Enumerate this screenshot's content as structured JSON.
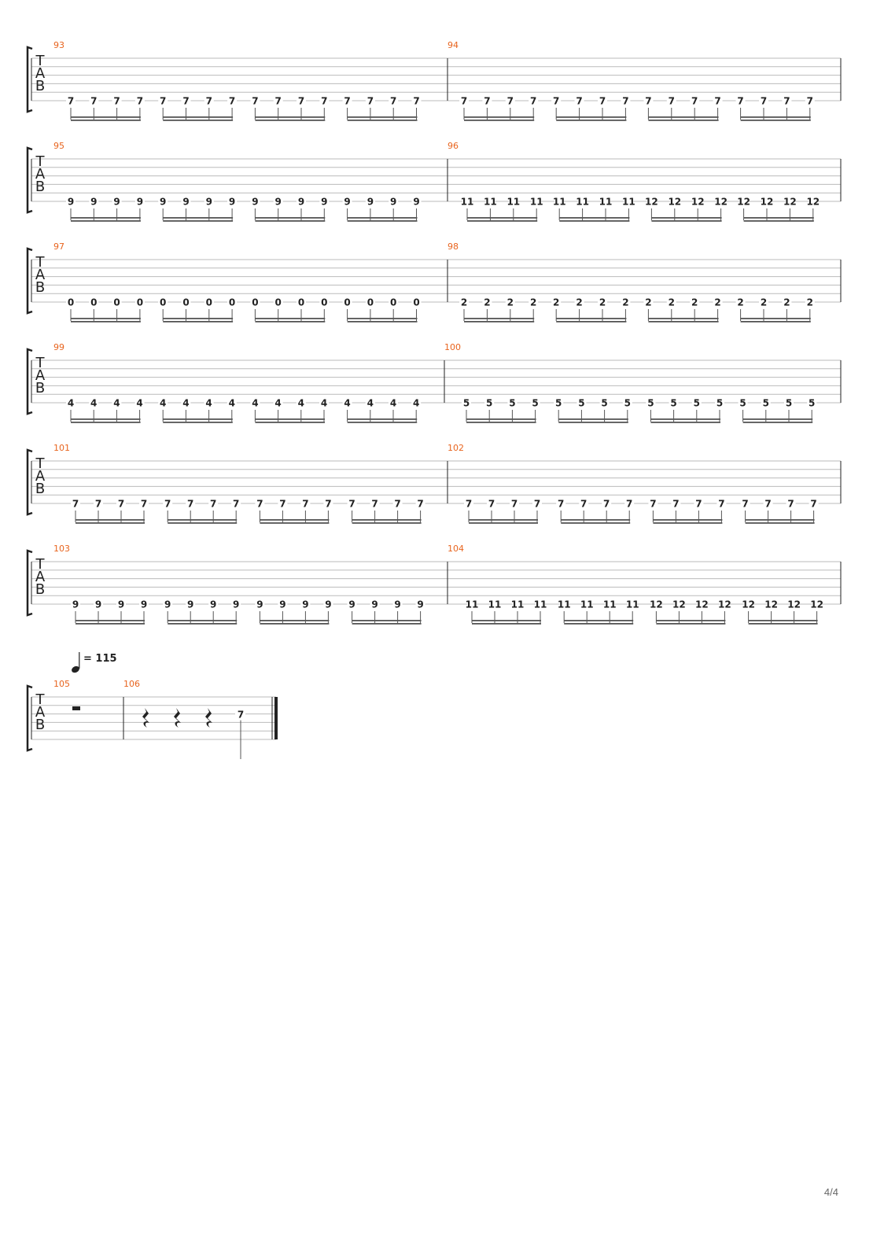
{
  "colors": {
    "measure_number": "#e8641e",
    "staff_line": "#bbbbbb",
    "ink": "#222222",
    "beam": "#555555"
  },
  "tab_clef": [
    "T",
    "A",
    "B"
  ],
  "tempo": {
    "icon": "quarter-note-icon",
    "text": "= 115"
  },
  "systems": [
    {
      "measures": [
        {
          "number": "93",
          "notes": [
            [
              "7",
              16
            ]
          ]
        },
        {
          "number": "94",
          "notes": [
            [
              "7",
              16
            ]
          ]
        }
      ]
    },
    {
      "measures": [
        {
          "number": "95",
          "notes": [
            [
              "9",
              16
            ]
          ]
        },
        {
          "number": "96",
          "notes": [
            [
              "11",
              8
            ],
            [
              "12",
              8
            ]
          ]
        }
      ]
    },
    {
      "measures": [
        {
          "number": "97",
          "notes": [
            [
              "0",
              16
            ]
          ]
        },
        {
          "number": "98",
          "notes": [
            [
              "2",
              16
            ]
          ]
        }
      ]
    },
    {
      "measures": [
        {
          "number": "99",
          "notes": [
            [
              "4",
              16
            ]
          ]
        },
        {
          "number": "100",
          "notes": [
            [
              "5",
              16
            ]
          ]
        }
      ]
    },
    {
      "measures": [
        {
          "number": "101",
          "notes": [
            [
              "7",
              16
            ]
          ]
        },
        {
          "number": "102",
          "notes": [
            [
              "7",
              16
            ]
          ]
        }
      ]
    },
    {
      "measures": [
        {
          "number": "103",
          "notes": [
            [
              "9",
              16
            ]
          ]
        },
        {
          "number": "104",
          "notes": [
            [
              "11",
              8
            ],
            [
              "12",
              8
            ]
          ]
        }
      ]
    },
    {
      "measures": [
        {
          "number": "105",
          "rest": "half-rest"
        },
        {
          "number": "106",
          "rests": [
            "quarter-rest",
            "quarter-rest",
            "quarter-rest"
          ],
          "final_note": "7"
        }
      ]
    }
  ],
  "page_number": "4/4"
}
